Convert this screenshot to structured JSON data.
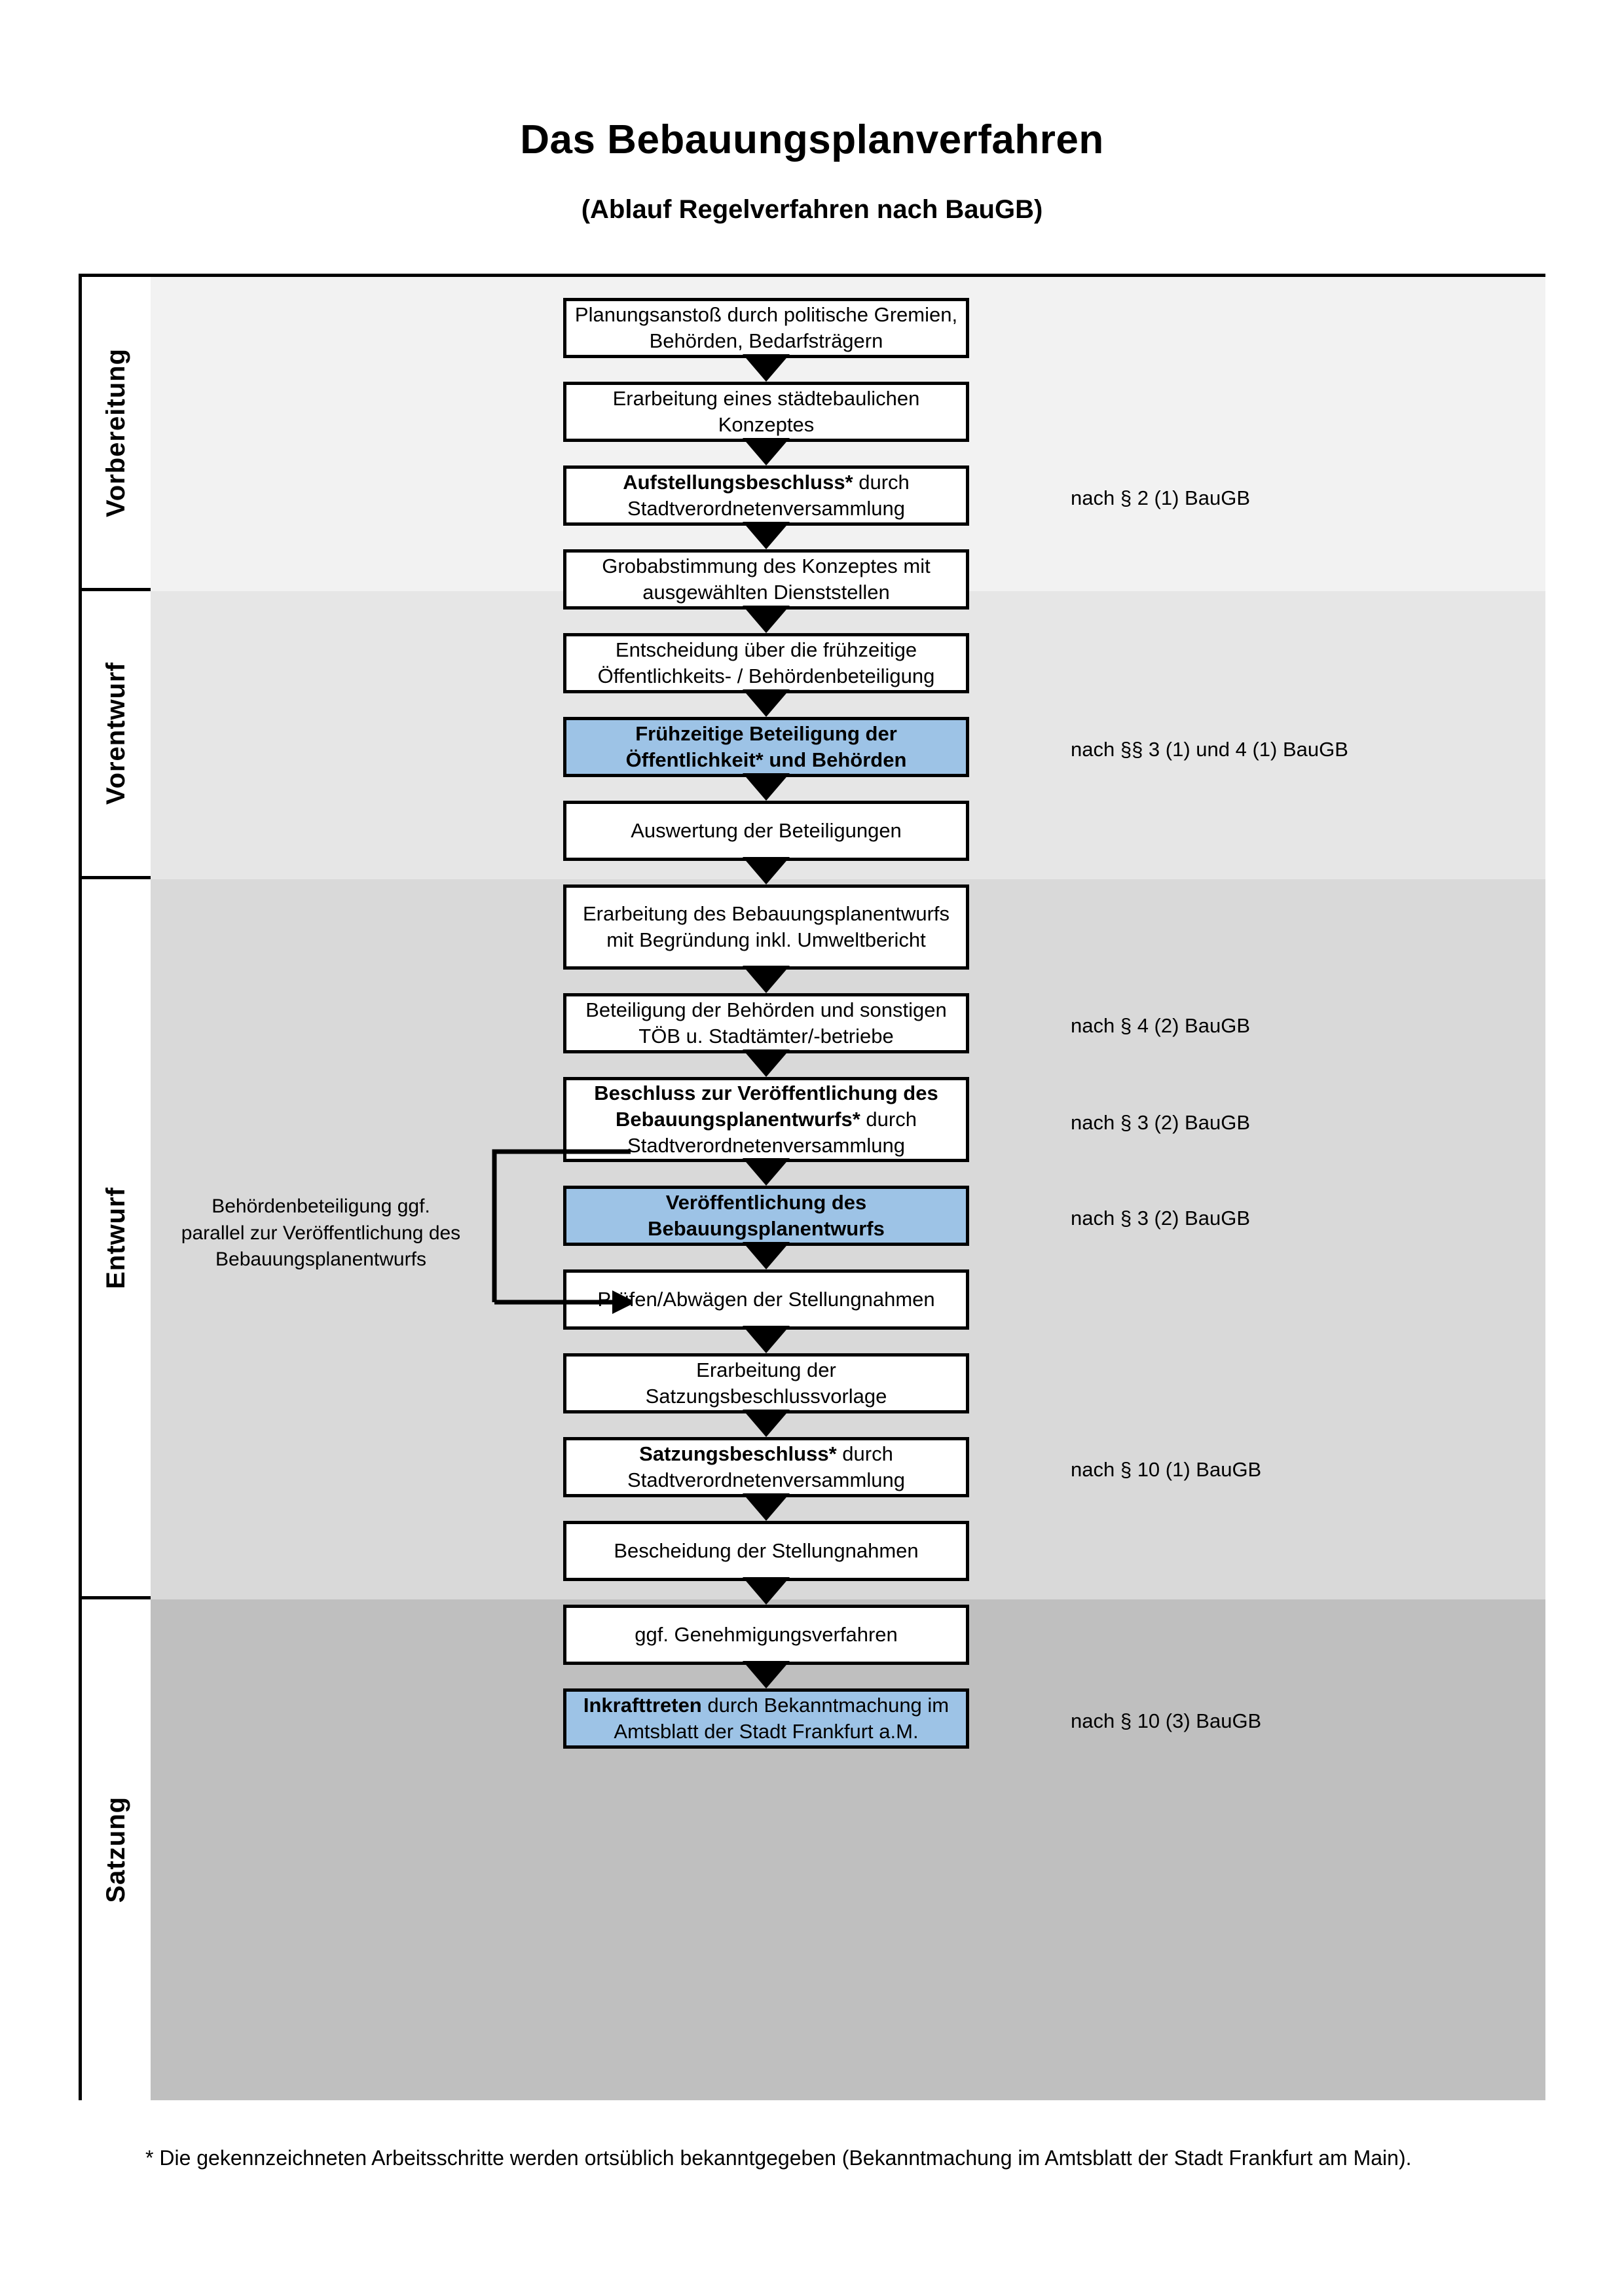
{
  "title": {
    "main": "Das Bebauungsplanverfahren",
    "sub": "(Ablauf Regelverfahren nach BauGB)"
  },
  "colors": {
    "highlight_blue": "#9DC3E6",
    "band_vorbereitung": "#F2F2F2",
    "band_vorentwurf": "#E6E6E6",
    "band_entwurf": "#D9D9D9",
    "band_satzung": "#BFBFBF",
    "box_border": "#000000",
    "box_fill": "#FFFFFF"
  },
  "phases": [
    {
      "id": "vorbereitung",
      "label": "Vorbereitung",
      "band_color": "#F2F2F2"
    },
    {
      "id": "vorentwurf",
      "label": "Vorentwurf",
      "band_color": "#E6E6E6"
    },
    {
      "id": "entwurf",
      "label": "Entwurf",
      "band_color": "#D9D9D9"
    },
    {
      "id": "satzung",
      "label": "Satzung",
      "band_color": "#BFBFBF"
    }
  ],
  "steps": [
    {
      "id": "s1",
      "phase": "vorbereitung",
      "bold": "",
      "text": "Planungsanstoß durch politische Gremien, Behörden, Bedarfsträgern",
      "highlight": false
    },
    {
      "id": "s2",
      "phase": "vorbereitung",
      "bold": "",
      "text": "Erarbeitung eines städtebaulichen Konzeptes",
      "highlight": false
    },
    {
      "id": "s3",
      "phase": "vorbereitung",
      "bold": "Aufstellungsbeschluss*",
      "text": " durch Stadtverordnetenversammlung",
      "highlight": false
    },
    {
      "id": "s4",
      "phase": "vorentwurf",
      "bold": "",
      "text": "Grobabstimmung des Konzeptes mit ausgewählten Dienststellen",
      "highlight": false
    },
    {
      "id": "s5",
      "phase": "vorentwurf",
      "bold": "",
      "text": "Entscheidung über die frühzeitige Öffentlichkeits- / Behördenbeteiligung",
      "highlight": false
    },
    {
      "id": "s6",
      "phase": "vorentwurf",
      "bold": "Frühzeitige Beteiligung der Öffentlichkeit* und Behörden",
      "text": "",
      "highlight": true
    },
    {
      "id": "s7",
      "phase": "entwurf",
      "bold": "",
      "text": "Auswertung der Beteiligungen",
      "highlight": false
    },
    {
      "id": "s8",
      "phase": "entwurf",
      "bold": "",
      "text": "Erarbeitung des Bebauungsplanentwurfs mit Begründung inkl. Umweltbericht",
      "highlight": false
    },
    {
      "id": "s9",
      "phase": "entwurf",
      "bold": "",
      "text": "Beteiligung der Behörden und sonstigen TÖB u. Stadtämter/-betriebe",
      "highlight": false
    },
    {
      "id": "s10",
      "phase": "entwurf",
      "bold": "Beschluss zur Veröffentlichung des Bebauungsplanentwurfs*",
      "text": " durch Stadtverordnetenversammlung",
      "highlight": false
    },
    {
      "id": "s11",
      "phase": "entwurf",
      "bold": "Veröffentlichung des Bebauungsplanentwurfs",
      "text": "",
      "highlight": true
    },
    {
      "id": "s12",
      "phase": "satzung",
      "bold": "",
      "text": "Prüfen/Abwägen der Stellungnahmen",
      "highlight": false
    },
    {
      "id": "s13",
      "phase": "satzung",
      "bold": "",
      "text": "Erarbeitung der Satzungsbeschlussvorlage",
      "highlight": false
    },
    {
      "id": "s14",
      "phase": "satzung",
      "bold": "Satzungsbeschluss*",
      "text": " durch Stadtverordnetenversammlung",
      "highlight": false
    },
    {
      "id": "s15",
      "phase": "satzung",
      "bold": "",
      "text": "Bescheidung der Stellungnahmen",
      "highlight": false
    },
    {
      "id": "s16",
      "phase": "satzung",
      "bold": "",
      "text": "ggf. Genehmigungsverfahren",
      "highlight": false
    },
    {
      "id": "s17",
      "phase": "satzung",
      "bold": "Inkrafttreten",
      "text": " durch Bekanntmachung im Amtsblatt der Stadt Frankfurt a.M.",
      "highlight": true
    }
  ],
  "legal_refs": [
    {
      "id": "r1",
      "text": "nach § 2 (1) BauGB",
      "for_step": "s3"
    },
    {
      "id": "r2",
      "text": "nach §§ 3 (1) und 4 (1) BauGB",
      "for_step": "s6"
    },
    {
      "id": "r3",
      "text": "nach § 4 (2) BauGB",
      "for_step": "s9"
    },
    {
      "id": "r4",
      "text": "nach § 3 (2) BauGB",
      "for_step": "s10"
    },
    {
      "id": "r5",
      "text": "nach § 3 (2) BauGB",
      "for_step": "s11"
    },
    {
      "id": "r6",
      "text": "nach § 10 (1) BauGB",
      "for_step": "s14"
    },
    {
      "id": "r7",
      "text": "nach § 10 (3) BauGB",
      "for_step": "s17"
    }
  ],
  "side_note": "Behördenbeteiligung ggf. parallel zur Veröffentlichung des Bebauungsplanentwurfs",
  "footnote": "* Die gekennzeichneten Arbeitsschritte werden ortsüblich bekanntgegeben (Bekanntmachung im Amtsblatt  der Stadt Frankfurt am Main)."
}
